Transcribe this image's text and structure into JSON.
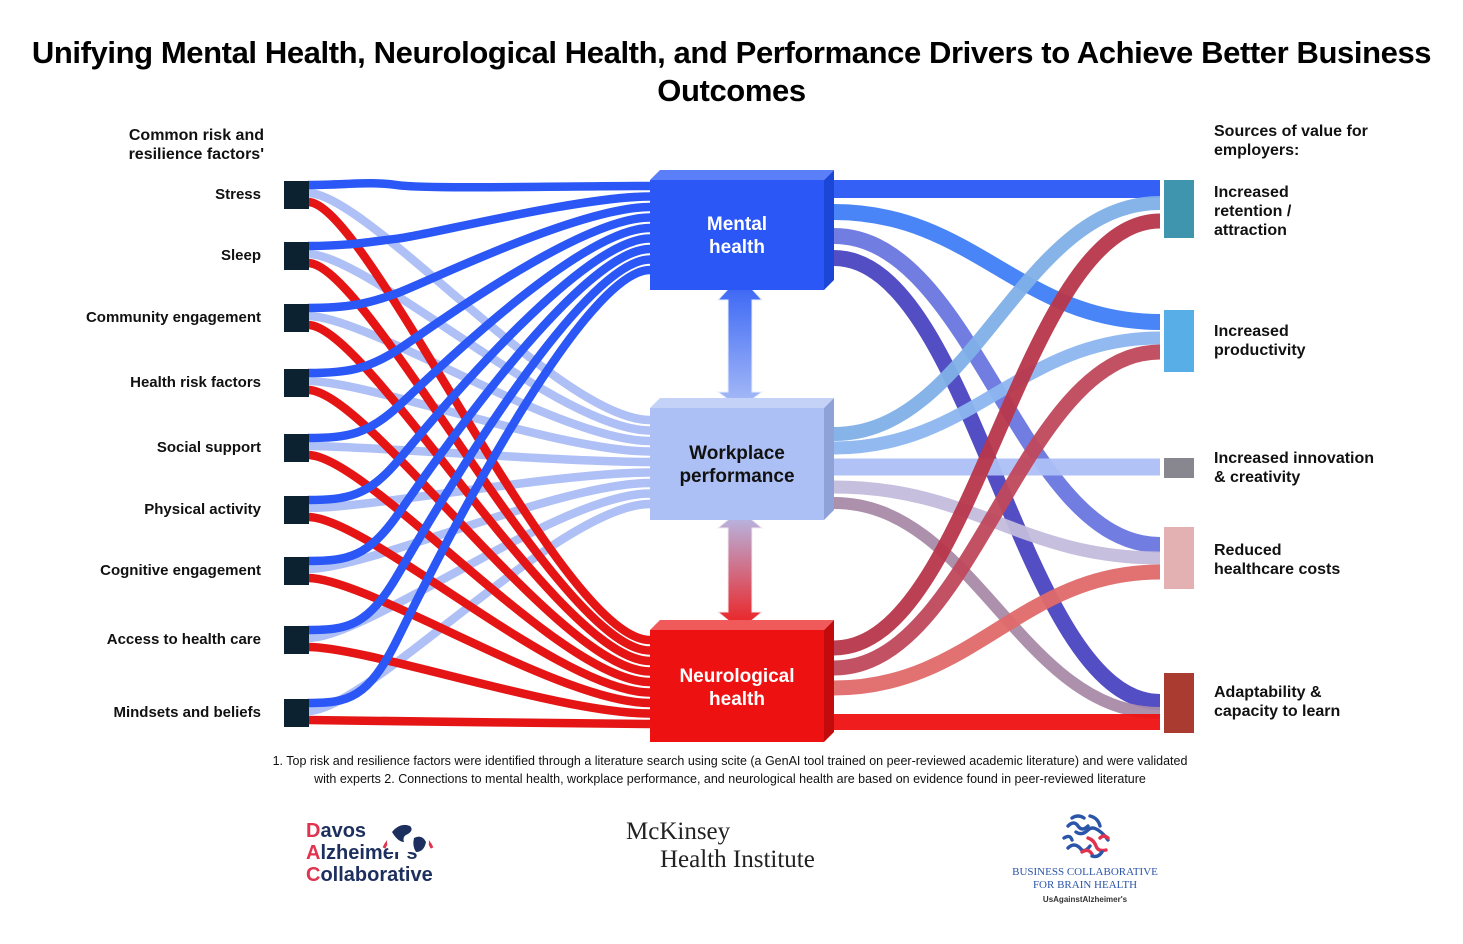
{
  "title": "Unifying Mental Health, Neurological Health, and Performance Drivers to Achieve Better Business Outcomes",
  "left_header": "Common risk and resilience factors'",
  "right_header": "Sources of value for employers:",
  "factors": [
    {
      "label": "Stress"
    },
    {
      "label": "Sleep"
    },
    {
      "label": "Community engagement"
    },
    {
      "label": "Health risk factors"
    },
    {
      "label": "Social support"
    },
    {
      "label": "Physical activity"
    },
    {
      "label": "Cognitive engagement"
    },
    {
      "label": "Access to health care"
    },
    {
      "label": "Mindsets and beliefs"
    }
  ],
  "hubs": [
    {
      "id": "mental",
      "label_line1": "Mental",
      "label_line2": "health",
      "color": "#2a57f5"
    },
    {
      "id": "workplace",
      "label_line1": "Workplace",
      "label_line2": "performance",
      "color": "#adc0f5"
    },
    {
      "id": "neuro",
      "label_line1": "Neurological",
      "label_line2": "health",
      "color": "#ee1111"
    }
  ],
  "hub_links": [
    {
      "from": "mental",
      "to": "workplace",
      "type": "bidirectional"
    },
    {
      "from": "workplace",
      "to": "neuro",
      "type": "bidirectional"
    }
  ],
  "outcomes": [
    {
      "label": "Increased retention / attraction",
      "color": "#3e95ad"
    },
    {
      "label": "Increased productivity",
      "color": "#58aee6"
    },
    {
      "label": "Increased innovation & creativity",
      "color": "#88878f"
    },
    {
      "label": "Reduced healthcare costs",
      "color": "#e3b1b1"
    },
    {
      "label": "Adaptability & capacity to learn",
      "color": "#a93b30"
    }
  ],
  "factor_connections": "each factor connects to Mental health, Workplace performance, and Neurological health",
  "hub_to_outcome": [
    {
      "hub": "mental",
      "outcomes": [
        "Increased retention / attraction",
        "Increased productivity",
        "Reduced healthcare costs",
        "Adaptability & capacity to learn"
      ]
    },
    {
      "hub": "workplace",
      "outcomes": [
        "Increased retention / attraction",
        "Increased productivity",
        "Increased innovation & creativity",
        "Reduced healthcare costs",
        "Adaptability & capacity to learn"
      ]
    },
    {
      "hub": "neuro",
      "outcomes": [
        "Increased retention / attraction",
        "Increased productivity",
        "Reduced healthcare costs",
        "Adaptability & capacity to learn"
      ]
    }
  ],
  "footnote_line1": "1. Top risk and resilience factors were identified through a literature search using scite (a GenAI tool trained on peer-reviewed academic literature) and were validated",
  "footnote_line2": "with experts 2. Connections to mental health, workplace performance, and neurological health are based on evidence found in peer-reviewed literature",
  "logos": {
    "dac": {
      "line1_cap": "D",
      "line1_rest": "avos",
      "line2_cap": "A",
      "line2_rest": "lzheimer's",
      "line3_cap": "C",
      "line3_rest": "ollaborative"
    },
    "mckinsey": {
      "line1": "McKinsey",
      "line2": "Health Institute"
    },
    "bcbh": {
      "line1": "BUSINESS COLLABORATIVE",
      "line2": "FOR BRAIN HEALTH",
      "line3": "UsAgainstAlzheimer's"
    }
  }
}
